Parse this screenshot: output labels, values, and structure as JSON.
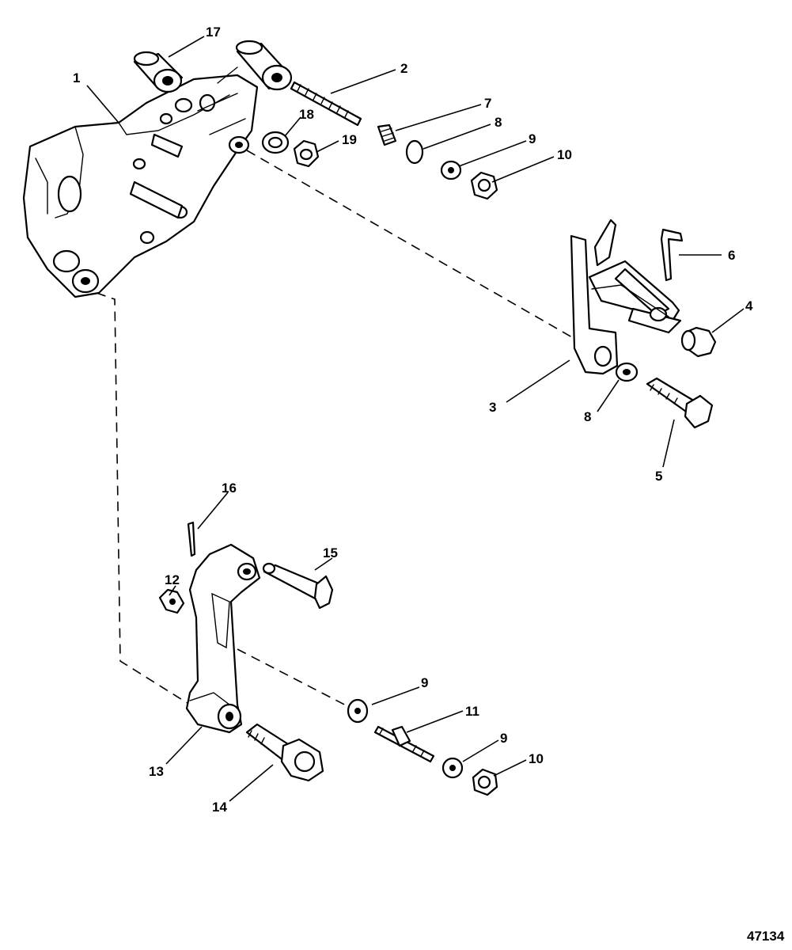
{
  "diagram": {
    "reference_number": "47134",
    "callouts": {
      "c1": "1",
      "c2": "2",
      "c3": "3",
      "c4": "4",
      "c5": "5",
      "c6": "6",
      "c7": "7",
      "c8a": "8",
      "c8b": "8",
      "c9a": "9",
      "c9b": "9",
      "c9c": "9",
      "c10a": "10",
      "c10b": "10",
      "c11": "11",
      "c12": "12",
      "c13": "13",
      "c14": "14",
      "c15": "15",
      "c16": "16",
      "c17": "17",
      "c18": "18",
      "c19": "19"
    }
  }
}
